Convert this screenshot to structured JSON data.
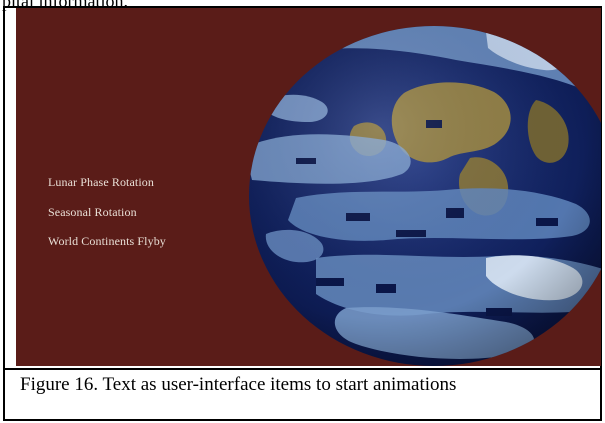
{
  "preceding_text": "pital information.",
  "menu": {
    "items": [
      {
        "label": "Lunar Phase Rotation"
      },
      {
        "label": "Seasonal Rotation"
      },
      {
        "label": "World Continents Flyby"
      }
    ]
  },
  "caption": {
    "text": "Figure 16. Text as user-interface items to start animations"
  },
  "colors": {
    "background": "#5a1c18",
    "ocean": "#0c1a50",
    "cloud": "#6f93c4",
    "land": "#8f7d45",
    "menu_text": "#e9dfd6"
  }
}
